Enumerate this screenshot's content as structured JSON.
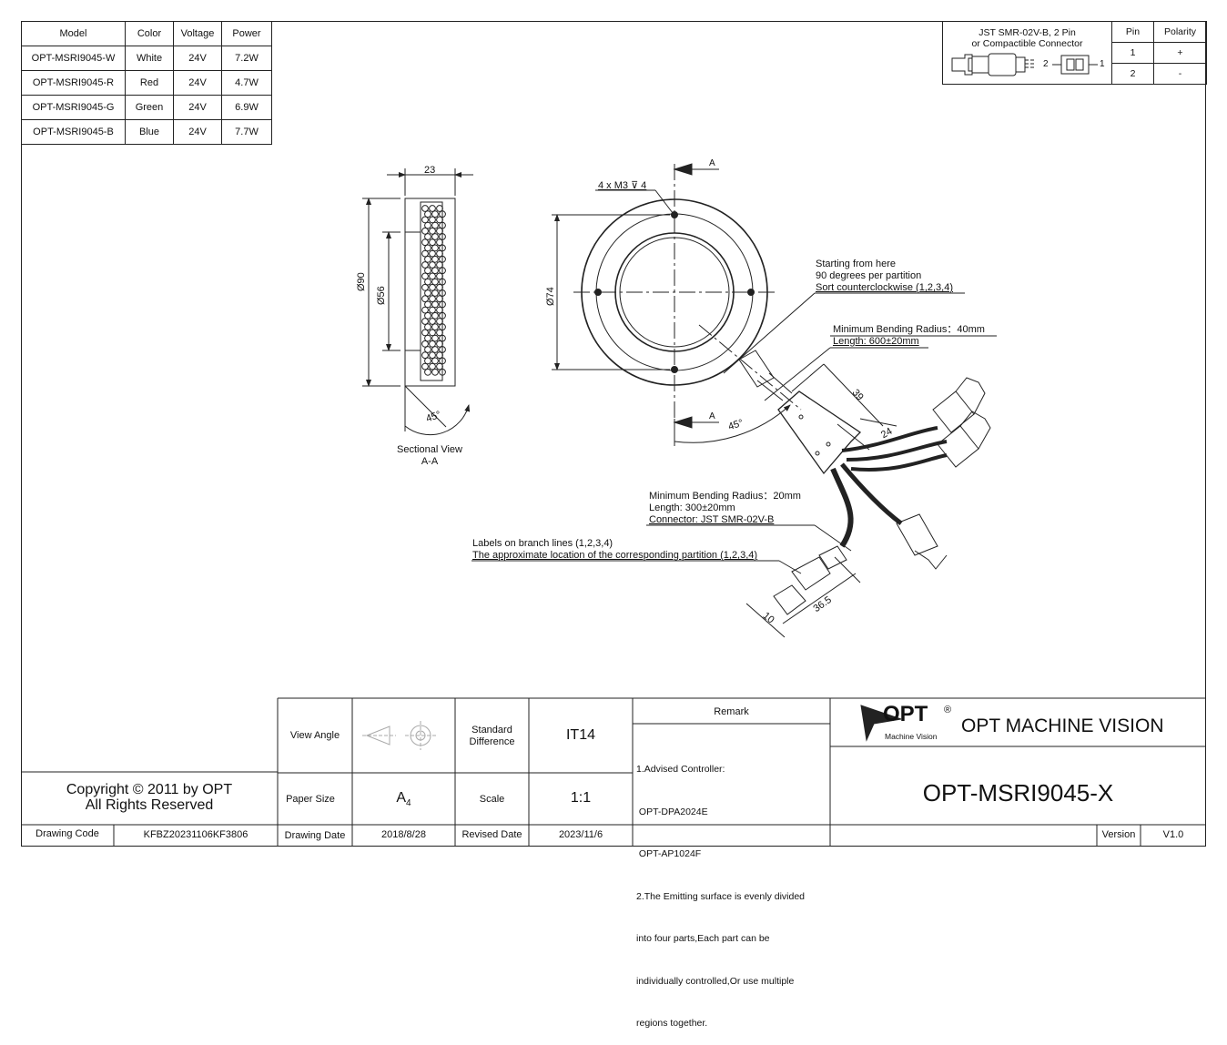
{
  "spec_table": {
    "headers": [
      "Model",
      "Color",
      "Voltage",
      "Power"
    ],
    "rows": [
      [
        "OPT-MSRI9045-W",
        "White",
        "24V",
        "7.2W"
      ],
      [
        "OPT-MSRI9045-R",
        "Red",
        "24V",
        "4.7W"
      ],
      [
        "OPT-MSRI9045-G",
        "Green",
        "24V",
        "6.9W"
      ],
      [
        "OPT-MSRI9045-B",
        "Blue",
        "24V",
        "7.7W"
      ]
    ]
  },
  "pin_table": {
    "connector_line1": "JST SMR-02V-B, 2 Pin",
    "connector_line2": "or Compactible Connector",
    "pin_header": "Pin",
    "polarity_header": "Polarity",
    "rows": [
      [
        "1",
        "+"
      ],
      [
        "2",
        "-"
      ]
    ],
    "pin_label_left": "2",
    "pin_label_right": "1"
  },
  "drawing": {
    "dim_23": "23",
    "dim_d90": "Ø90",
    "dim_d56": "Ø56",
    "dim_d74": "Ø74",
    "angle_45_left": "45°",
    "angle_45_right": "45°",
    "hole_callout": "4 x M3 ⊽ 4",
    "section_a_top": "A",
    "section_a_bottom": "A",
    "sectional_view_line1": "Sectional View",
    "sectional_view_line2": "A-A",
    "partition_note_1": "Starting from here",
    "partition_note_2": "90 degrees per partition",
    "partition_note_3": "Sort counterclockwise (1,2,3,4)",
    "main_cable_note_1": "Minimum Bending Radius：40mm",
    "main_cable_note_2": "Length: 600±20mm",
    "dim_39": "39",
    "dim_24": "24",
    "branch_note_1": "Minimum Bending Radius：20mm",
    "branch_note_2": "Length: 300±20mm",
    "branch_note_3": "Connector: JST SMR-02V-B",
    "labels_note_1": "Labels on branch lines (1,2,3,4)",
    "labels_note_2": "The approximate location of the corresponding partition (1,2,3,4)",
    "dim_36_5": "36.5",
    "dim_10": "10"
  },
  "title_block": {
    "copyright_line1": "Copyright © 2011 by OPT",
    "copyright_line2": "All Rights Reserved",
    "drawing_code_label": "Drawing Code",
    "drawing_code_value": "KFBZ20231106KF3806",
    "view_angle_label": "View Angle",
    "standard_difference_label": "Standard Difference",
    "standard_difference_value": "IT14",
    "paper_size_label": "Paper Size",
    "paper_size_value": "A",
    "paper_size_sub": "4",
    "scale_label": "Scale",
    "scale_value": "1:1",
    "drawing_date_label": "Drawing Date",
    "drawing_date_value": "2018/8/28",
    "revised_date_label": "Revised Date",
    "revised_date_value": "2023/11/6",
    "remark_label": "Remark",
    "remark_lines": [
      "1.Advised Controller:",
      " OPT-DPA2024E",
      " OPT-AP1024F",
      "2.The Emitting surface is evenly divided",
      "into four parts,Each part can be",
      "individually controlled,Or use multiple",
      "regions together."
    ],
    "logo_text": "OPT",
    "logo_registered": "®",
    "logo_sub": "Machine Vision",
    "company_name": "OPT MACHINE VISION",
    "part_number": "OPT-MSRI9045-X",
    "version_label": "Version",
    "version_value": "V1.0"
  }
}
